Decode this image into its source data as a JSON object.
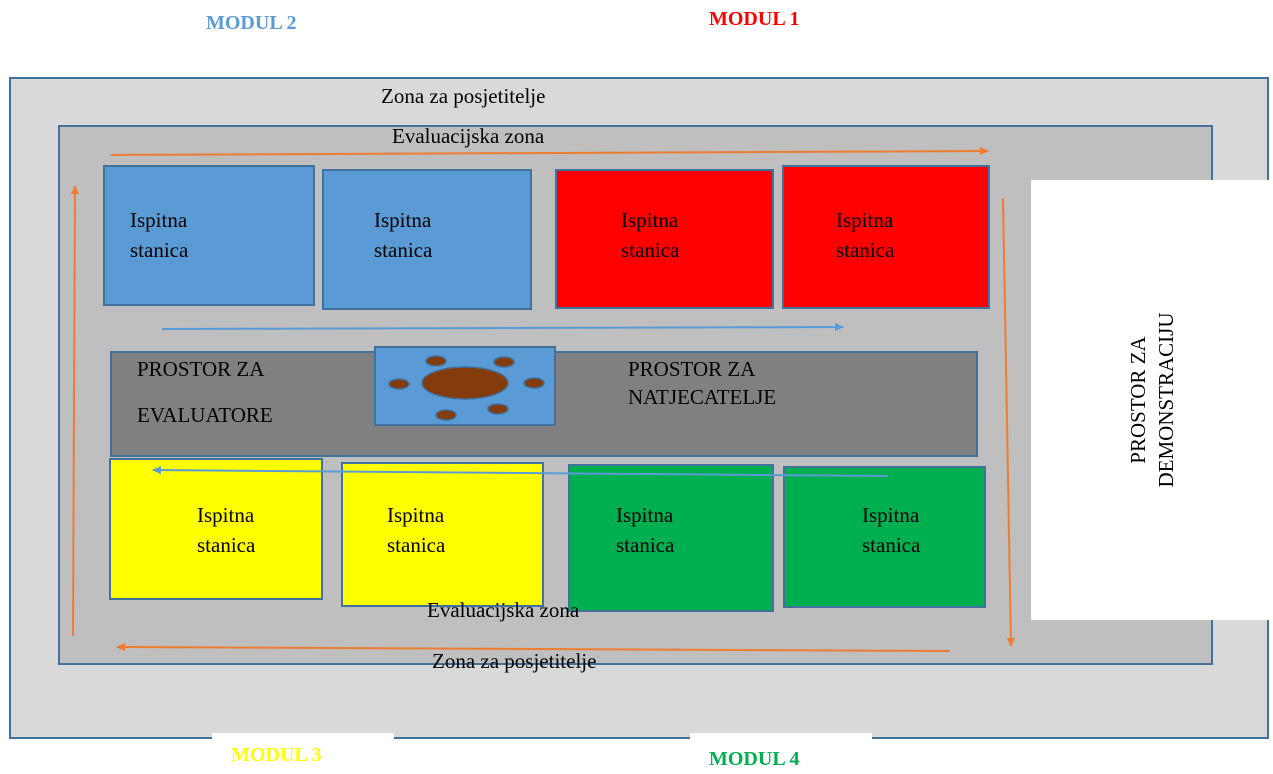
{
  "modules": {
    "m1": {
      "label": "MODUL 1",
      "color": "#ff0000"
    },
    "m2": {
      "label": "MODUL 2",
      "color": "#5b9bd5"
    },
    "m3": {
      "label": "MODUL 3",
      "color": "#ffff00"
    },
    "m4": {
      "label": "MODUL 4",
      "color": "#00b050"
    }
  },
  "zones": {
    "visitors_top": "Zona za posjetitelje",
    "visitors_bottom": "Zona za posjetitelje",
    "evaluation_top": "Evaluacijska zona",
    "evaluation_bottom": "Evaluacijska zona"
  },
  "stations": {
    "line1": "Ispitna",
    "line2": "stanica"
  },
  "center": {
    "evaluators_line1": "PROSTOR ZA",
    "evaluators_line2": "EVALUATORE",
    "competitors_line1": "PROSTOR ZA",
    "competitors_line2": "NATJECATELJE"
  },
  "demo": {
    "line1": "PROSTOR ZA",
    "line2": "DEMONSTRACIJU"
  },
  "colors": {
    "arrow_orange": "#ed7d31",
    "arrow_blue": "#5b9bd5",
    "table": "#843c0c"
  }
}
